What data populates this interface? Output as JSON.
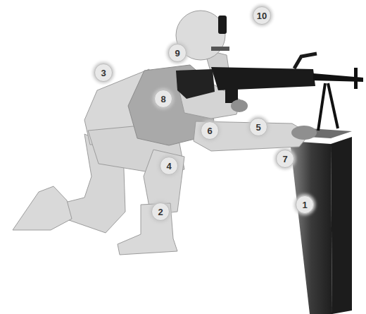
{
  "diagram": {
    "labels": [
      "10",
      "9",
      "3",
      "8",
      "5",
      "6",
      "7",
      "4",
      "1",
      "2"
    ]
  }
}
